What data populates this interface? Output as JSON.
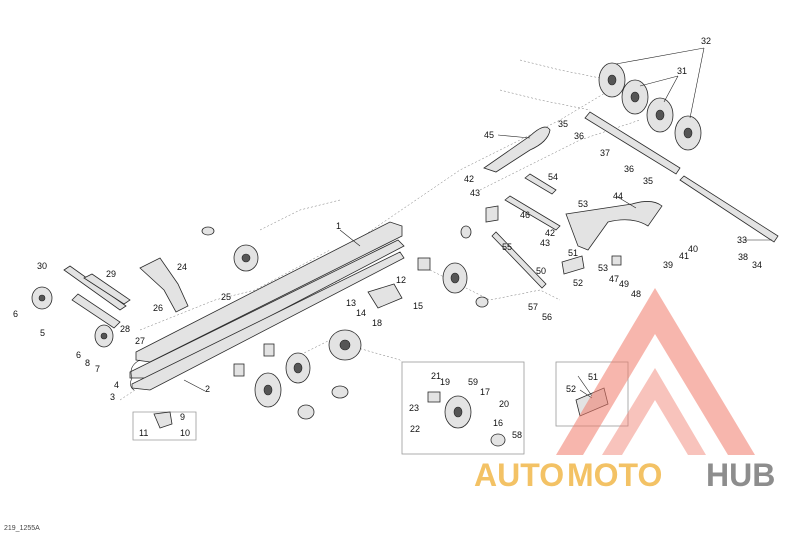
{
  "diagram": {
    "reference_code": "219_1255A",
    "watermark_text": {
      "auto": "AUTO",
      "moto": "MOTO",
      "hub": "HUB"
    },
    "colors": {
      "watermark_red": "#f07a6a",
      "watermark_orange": "#f2b84b",
      "watermark_gray": "#7a7a7a"
    },
    "labels": [
      "1",
      "2",
      "3",
      "4",
      "5",
      "6",
      "6",
      "7",
      "8",
      "9",
      "10",
      "11",
      "12",
      "13",
      "14",
      "15",
      "16",
      "17",
      "18",
      "19",
      "20",
      "21",
      "22",
      "23",
      "24",
      "25",
      "26",
      "27",
      "28",
      "29",
      "30",
      "31",
      "32",
      "33",
      "34",
      "35",
      "35",
      "36",
      "36",
      "37",
      "38",
      "39",
      "40",
      "41",
      "42",
      "42",
      "43",
      "43",
      "44",
      "45",
      "46",
      "47",
      "48",
      "49",
      "50",
      "51",
      "51",
      "52",
      "52",
      "53",
      "53",
      "54",
      "55",
      "56",
      "57",
      "58",
      "59"
    ]
  }
}
